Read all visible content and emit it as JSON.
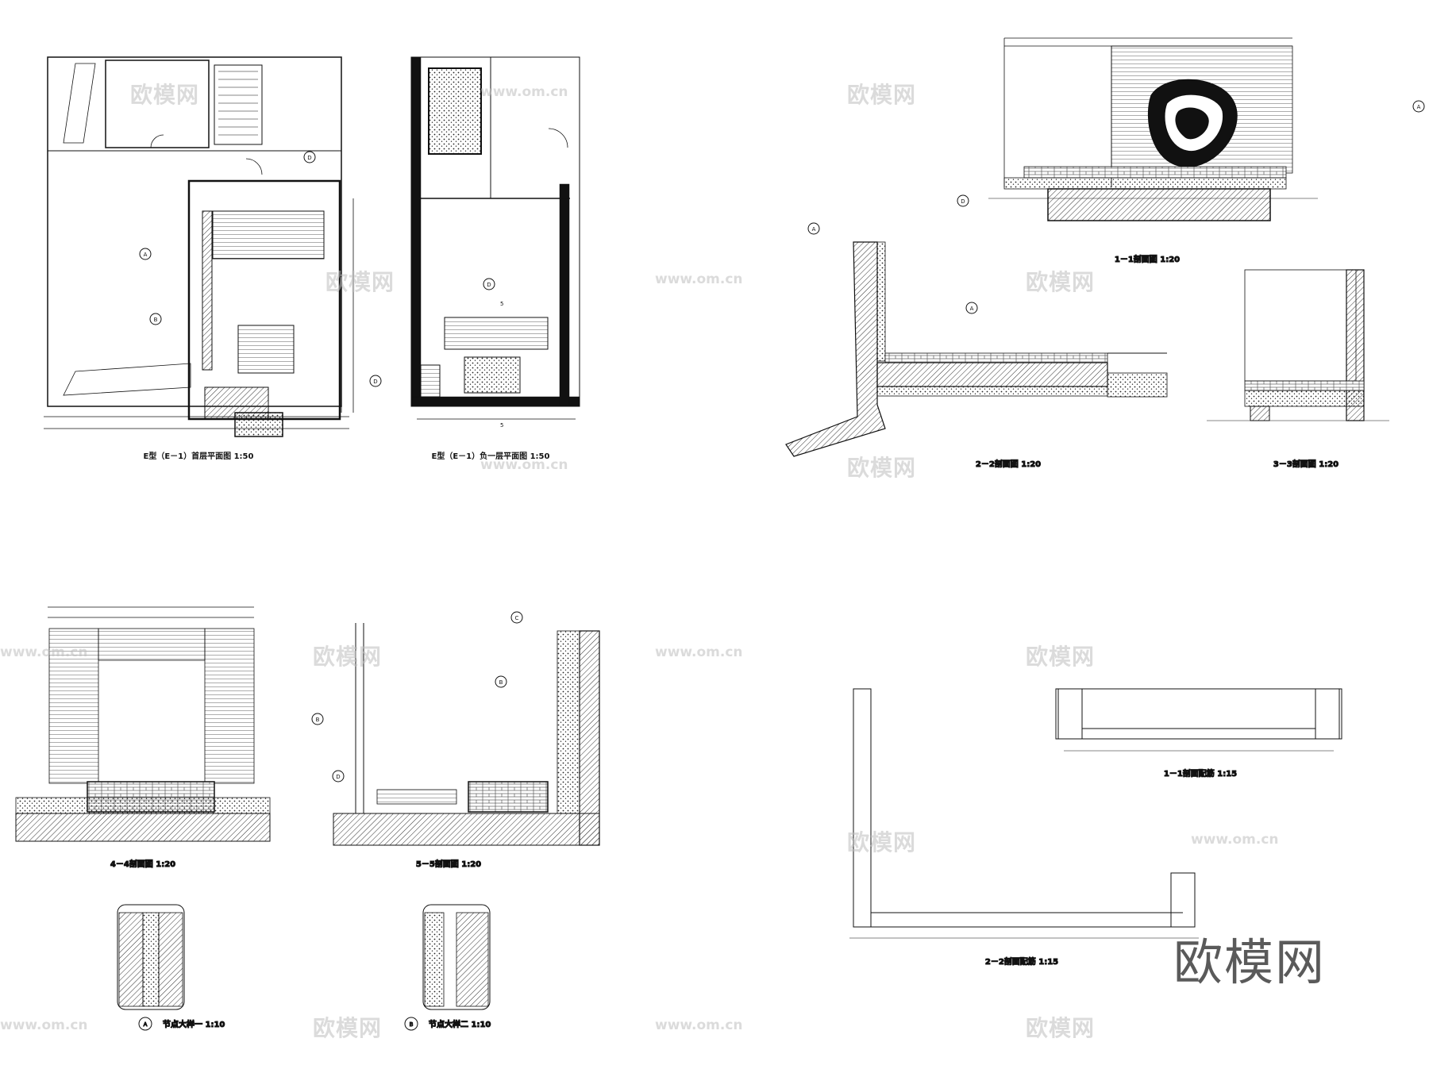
{
  "drawing_titles": {
    "plan_ground": "E型（E－1）首层平面图 1:50",
    "plan_basement": "E型（E－1）负一层平面图 1:50",
    "section_1_1": "1－1剖面图 1:20",
    "section_2_2": "2－2剖面图 1:20",
    "section_3_3": "3－3剖面图 1:20",
    "section_4_4": "4－4剖面图 1:20",
    "section_5_5": "5－5剖面图 1:20",
    "detail_a": "节点大样一 1:10",
    "detail_b": "节点大样二 1:10",
    "rebar_1_1": "1－1剖面配筋 1:15",
    "rebar_2_2": "2－2剖面配筋 1:15"
  },
  "callouts": {
    "a": "A",
    "b": "B",
    "c": "C",
    "d": "D",
    "five": "5"
  },
  "watermark": {
    "cn": "欧模网",
    "url": "www.om.cn"
  },
  "brand": "欧模网",
  "colors": {
    "line": "#111111",
    "hatch": "#333333",
    "watermark": "#bebebe"
  }
}
